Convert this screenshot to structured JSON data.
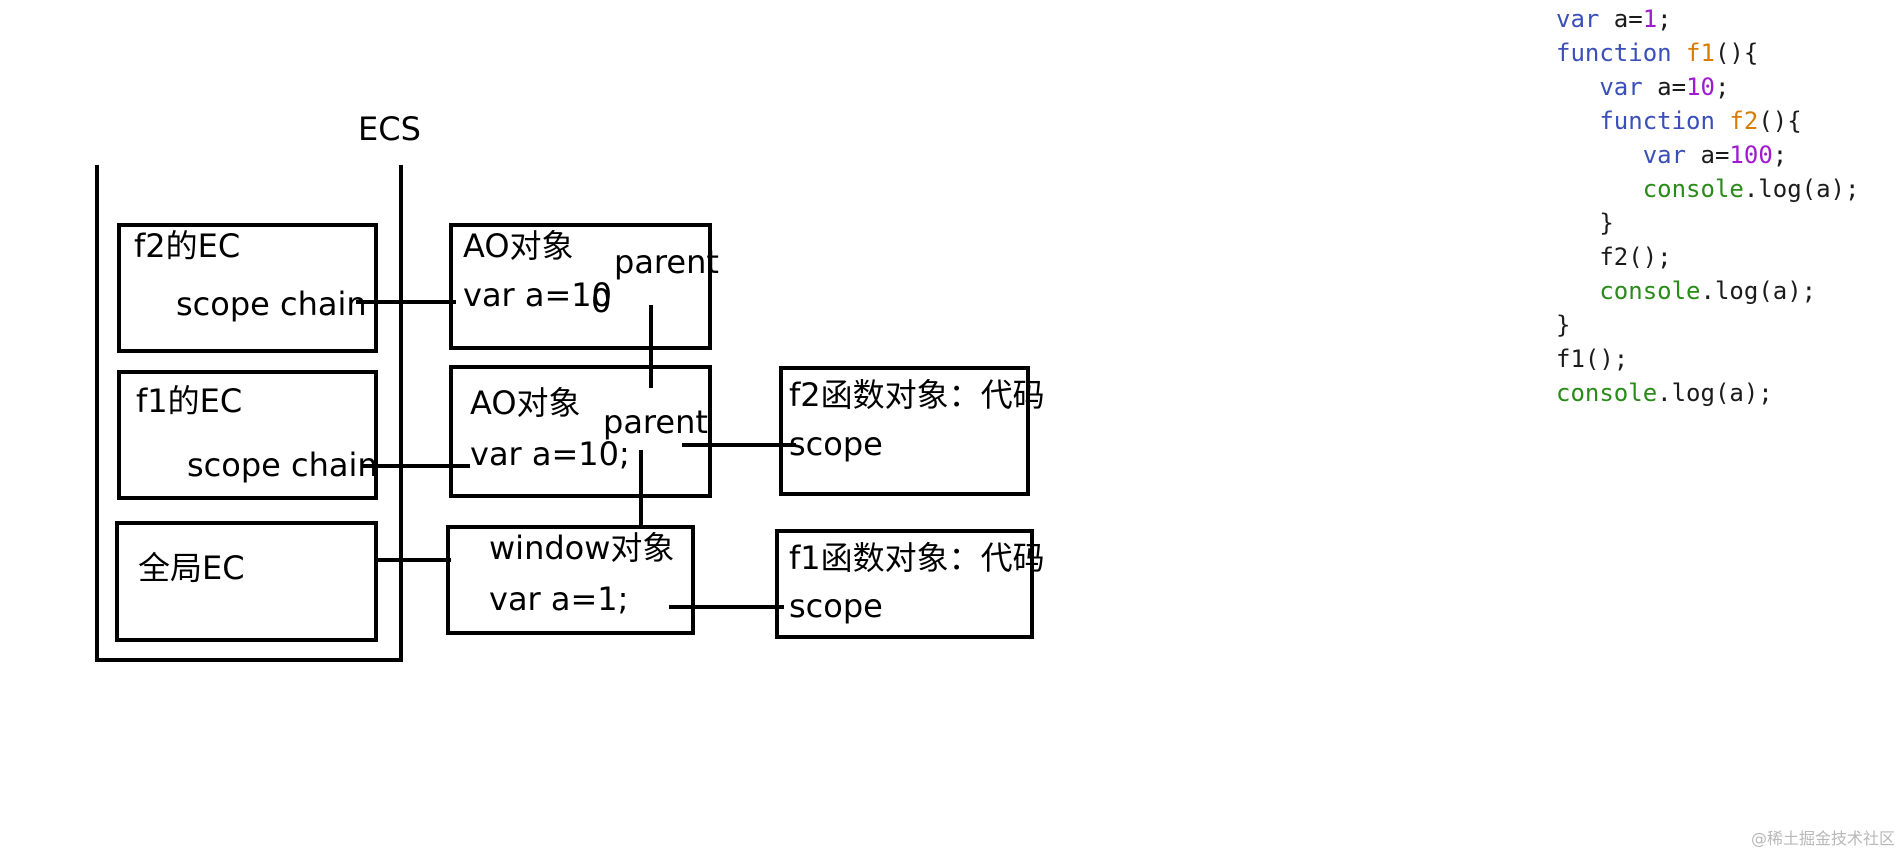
{
  "diagram": {
    "ecs_label": "ECS",
    "contexts": {
      "f2": {
        "title": "f2的EC",
        "field": "scope chain"
      },
      "f1": {
        "title": "f1的EC",
        "field": "scope chain"
      },
      "global": {
        "title": "全局EC"
      }
    },
    "ao_f2": {
      "title": "AO对象",
      "var": "var a=10",
      "var_tail": "0",
      "parent": "parent"
    },
    "ao_f1": {
      "title": "AO对象",
      "var": "var a=10;",
      "parent": "parent"
    },
    "window_obj": {
      "title": "window对象",
      "var": "var a=1;"
    },
    "f2_func": {
      "title": "f2函数对象：代码",
      "scope": "scope"
    },
    "f1_func": {
      "title": "f1函数对象：代码",
      "scope": "scope"
    }
  },
  "code": {
    "lines": [
      [
        {
          "t": "kw",
          "v": "var"
        },
        {
          "t": "plain",
          "v": " a="
        },
        {
          "t": "num",
          "v": "1"
        },
        {
          "t": "plain",
          "v": ";"
        }
      ],
      [
        {
          "t": "kw",
          "v": "function"
        },
        {
          "t": "plain",
          "v": " "
        },
        {
          "t": "fn",
          "v": "f1"
        },
        {
          "t": "plain",
          "v": "(){"
        }
      ],
      [
        {
          "t": "plain",
          "v": "   "
        },
        {
          "t": "kw",
          "v": "var"
        },
        {
          "t": "plain",
          "v": " a="
        },
        {
          "t": "num",
          "v": "10"
        },
        {
          "t": "plain",
          "v": ";"
        }
      ],
      [
        {
          "t": "plain",
          "v": "   "
        },
        {
          "t": "kw",
          "v": "function"
        },
        {
          "t": "plain",
          "v": " "
        },
        {
          "t": "fn",
          "v": "f2"
        },
        {
          "t": "plain",
          "v": "(){"
        }
      ],
      [
        {
          "t": "plain",
          "v": "      "
        },
        {
          "t": "kw",
          "v": "var"
        },
        {
          "t": "plain",
          "v": " a="
        },
        {
          "t": "num",
          "v": "100"
        },
        {
          "t": "plain",
          "v": ";"
        }
      ],
      [
        {
          "t": "plain",
          "v": "      "
        },
        {
          "t": "obj",
          "v": "console"
        },
        {
          "t": "plain",
          "v": ".log(a);"
        }
      ],
      [
        {
          "t": "plain",
          "v": "   }"
        }
      ],
      [
        {
          "t": "plain",
          "v": "   f2();"
        }
      ],
      [
        {
          "t": "plain",
          "v": "   "
        },
        {
          "t": "obj",
          "v": "console"
        },
        {
          "t": "plain",
          "v": ".log(a);"
        }
      ],
      [
        {
          "t": "plain",
          "v": "}"
        }
      ],
      [
        {
          "t": "plain",
          "v": "f1();"
        }
      ],
      [
        {
          "t": "obj",
          "v": "console"
        },
        {
          "t": "plain",
          "v": ".log(a);"
        }
      ]
    ]
  },
  "watermark": "@稀土掘金技术社区",
  "colors": {
    "keyword": "#3b4fb8",
    "function_name": "#d87d00",
    "number": "#a01ad0",
    "console": "#2a8a1a"
  }
}
